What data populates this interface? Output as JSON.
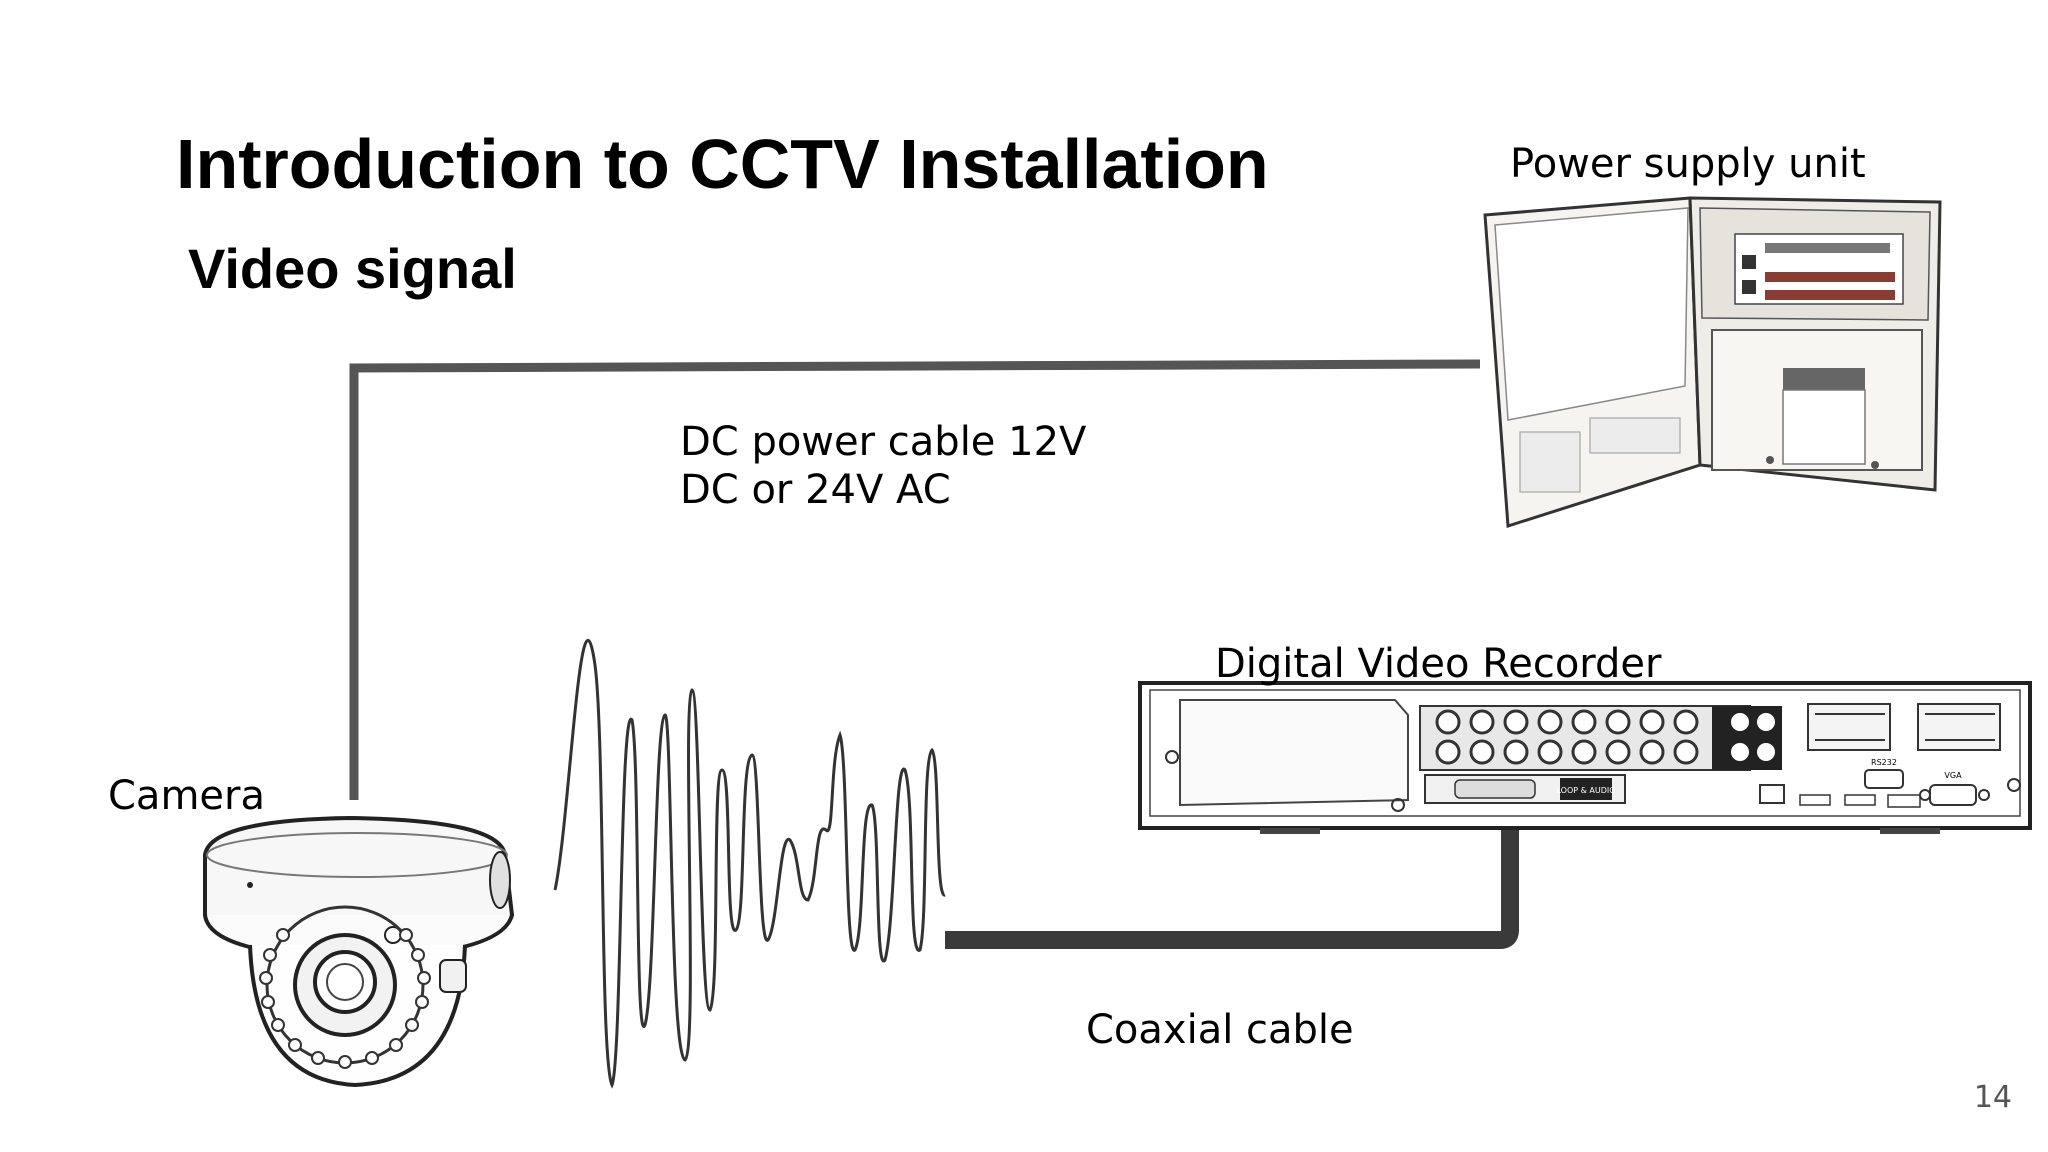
{
  "slide": {
    "title": "Introduction to CCTV Installation",
    "subtitle": "Video signal",
    "page_number": "14"
  },
  "labels": {
    "power_supply": "Power supply unit",
    "dc_cable_line1": "DC power cable 12V",
    "dc_cable_line2": "DC or 24V AC",
    "dvr": "Digital Video Recorder",
    "camera": "Camera",
    "coaxial": "Coaxial cable"
  },
  "dvr_panel": {
    "audio_label": "LOOP & AUDIO",
    "rs232_label": "RS232",
    "vga_label": "VGA"
  },
  "colors": {
    "cable": "#555555",
    "coax": "#3a3a3a",
    "enclosure": "#f2f0ec",
    "outline": "#222222"
  }
}
